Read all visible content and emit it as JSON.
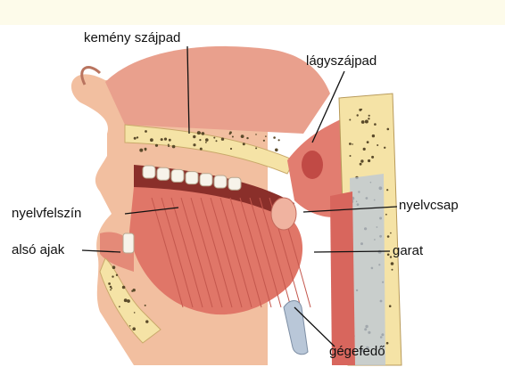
{
  "labels": {
    "hard_palate": "kemény szájpad",
    "soft_palate": "lágyszájpad",
    "tongue_surface": "nyelvfelszín",
    "uvula": "nyelvcsap",
    "lower_lip": "alsó ajak",
    "pharynx": "garat",
    "epiglottis": "gégefedő"
  },
  "colors": {
    "skin": "#f2bfa0",
    "flesh": "#e48a78",
    "tongue": "#d9594f",
    "tongue_light": "#ee9c88",
    "bone": "#f5e3a6",
    "bone_dot": "#5a4a2a",
    "teeth": "#f7f3ea",
    "spine_blue": "#b9c7d8",
    "dark_cavity": "#8a2f2a"
  }
}
